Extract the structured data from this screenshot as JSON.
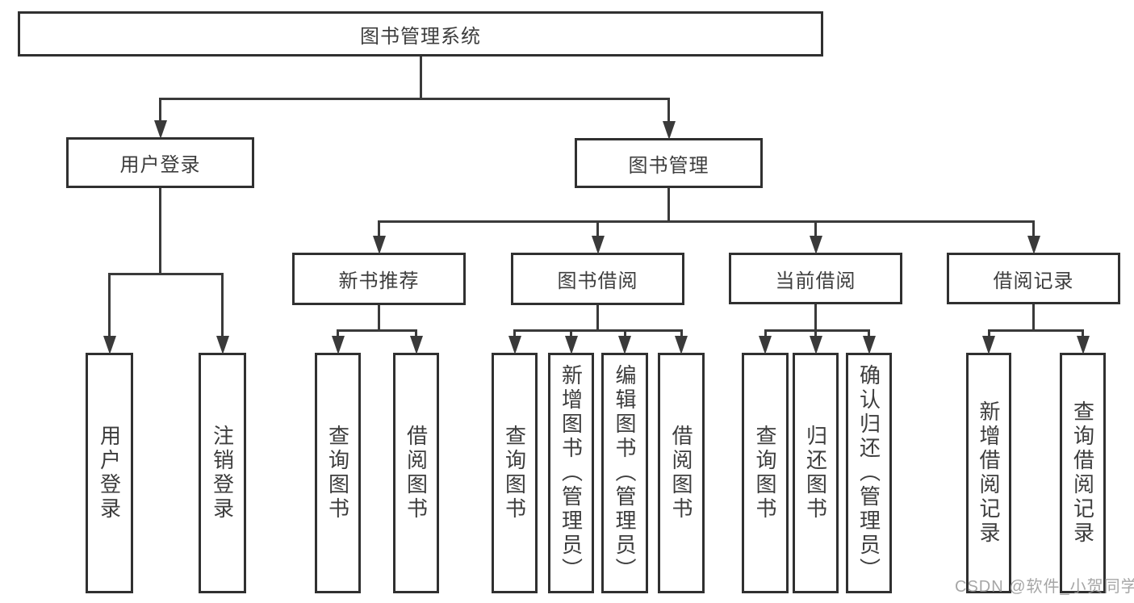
{
  "diagram": {
    "tree": {
      "id": "root",
      "label": "图书管理系统",
      "children": [
        {
          "id": "user-login",
          "label": "用户登录",
          "children": [
            {
              "id": "login-leaf",
              "label": "用户登录"
            },
            {
              "id": "logout-leaf",
              "label": "注销登录"
            }
          ]
        },
        {
          "id": "book-mgmt",
          "label": "图书管理",
          "children": [
            {
              "id": "new-book-rec",
              "label": "新书推荐",
              "children": [
                {
                  "id": "nbr-query",
                  "label": "查询图书"
                },
                {
                  "id": "nbr-borrow",
                  "label": "借阅图书"
                }
              ]
            },
            {
              "id": "book-borrow",
              "label": "图书借阅",
              "children": [
                {
                  "id": "bb-query",
                  "label": "查询图书"
                },
                {
                  "id": "bb-add",
                  "label": "新增图书（管理员）"
                },
                {
                  "id": "bb-edit",
                  "label": "编辑图书（管理员）"
                },
                {
                  "id": "bb-borrow",
                  "label": "借阅图书"
                }
              ]
            },
            {
              "id": "current-borrow",
              "label": "当前借阅",
              "children": [
                {
                  "id": "cb-query",
                  "label": "查询图书"
                },
                {
                  "id": "cb-return",
                  "label": "归还图书"
                },
                {
                  "id": "cb-confirm",
                  "label": "确认归还（管理员）"
                }
              ]
            },
            {
              "id": "borrow-record",
              "label": "借阅记录",
              "children": [
                {
                  "id": "br-add",
                  "label": "新增借阅记录"
                },
                {
                  "id": "br-query",
                  "label": "查询借阅记录"
                }
              ]
            }
          ]
        }
      ]
    }
  },
  "watermark": {
    "text": "CSDN @软件_小贺同学"
  },
  "colors": {
    "line": "#3a3a3a",
    "box_border": "#303030",
    "text": "#3d3d3d",
    "watermark": "#969696",
    "background": "#ffffff"
  }
}
